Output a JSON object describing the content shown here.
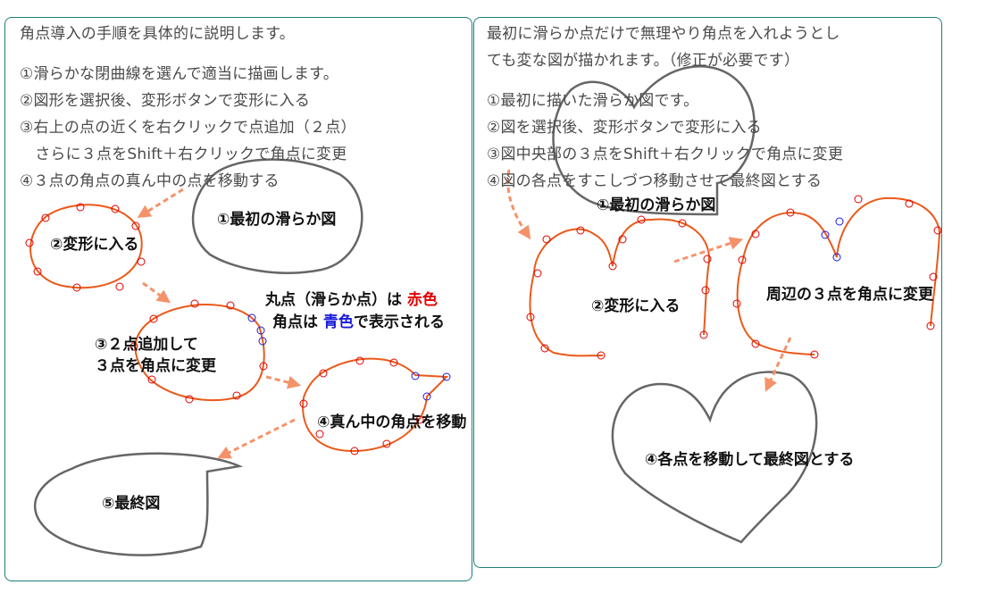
{
  "left": {
    "title": "角点導入の手順を具体的に説明します。",
    "steps": [
      "①滑らかな閉曲線を選んで適当に描画します。",
      "②図形を選択後、変形ボタンで変形に入る",
      "③右上の点の近くを右クリックで点追加（２点）",
      "　さらに３点をShift＋右クリックで角点に変更",
      "④３点の角点の真ん中の点を移動する"
    ],
    "labels": {
      "first": "①最初の滑らか図",
      "deform": "②変形に入る",
      "add_line1": "③２点追加して",
      "add_line2": "３点を角点に変更",
      "move": "④真ん中の角点を移動",
      "final": "⑤最終図"
    },
    "legend": {
      "l1_pre": "丸点（滑らか点）は ",
      "l1_red": "赤色",
      "l2_pre": "角点は ",
      "l2_blue": "青色",
      "l2_post": "で表示される"
    }
  },
  "right": {
    "intro1": "最初に滑らか点だけで無理やり角点を入れようとし",
    "intro2": "ても変な図が描かれます。（修正が必要です）",
    "steps": [
      "①最初に描いた滑らか図です。",
      "②図を選択後、変形ボタンで変形に入る",
      "③図中央部の３点をShift＋右クリックで角点に変更",
      "④図の各点をすこしづつ移動させて最終図とする"
    ],
    "labels": {
      "first": "①最初の滑らか図",
      "deform": "②変形に入る",
      "corner": "周辺の３点を角点に変更",
      "final": "④各点を移動して最終図とする"
    }
  },
  "colors": {
    "smooth": "#e00000",
    "corner": "#1a1adb",
    "curve": "#ea5a1a",
    "arrow": "#f4926a",
    "outline": "#666666",
    "border": "#1f7f78"
  }
}
